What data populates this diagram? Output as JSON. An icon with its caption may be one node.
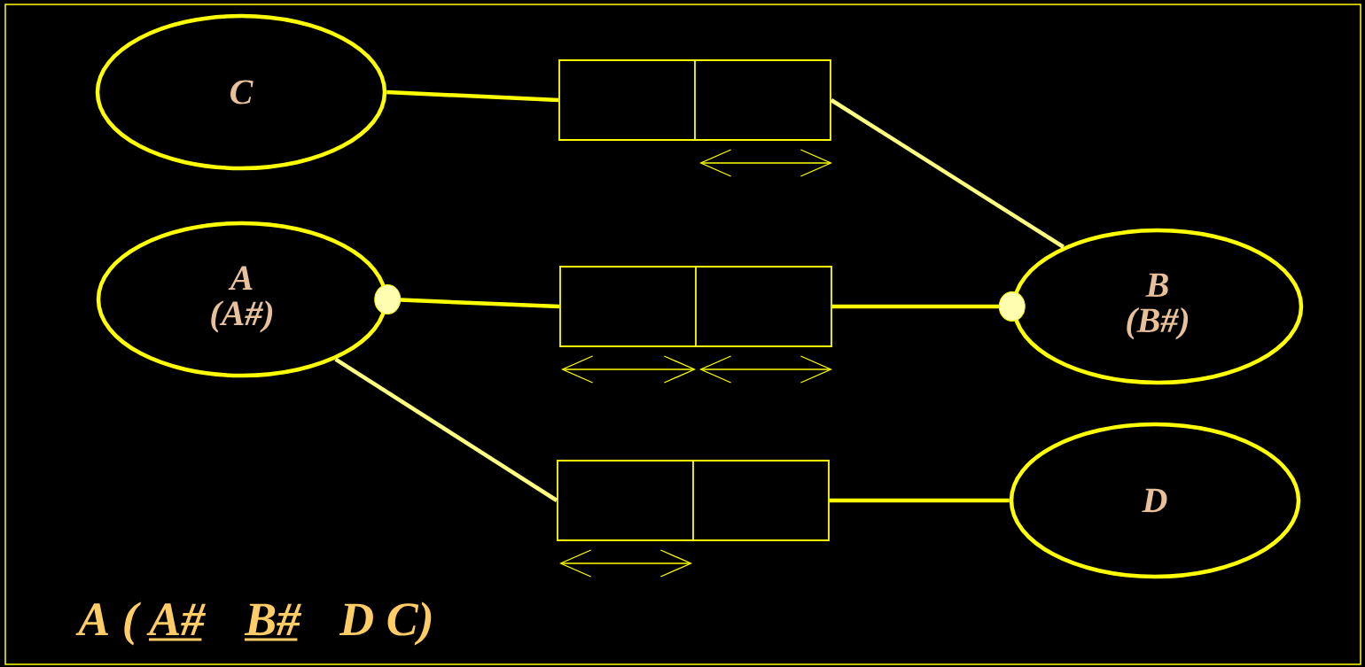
{
  "diagram": {
    "nodes": [
      {
        "text": [
          "C"
        ]
      },
      {
        "text": [
          "A",
          "(A#)"
        ]
      },
      {
        "text": [
          "B",
          "(B#)"
        ]
      },
      {
        "text": [
          "D"
        ]
      },
      {
        "text": [],
        "shape": "box"
      },
      {
        "text": [],
        "shape": "box"
      },
      {
        "text": [],
        "shape": "box"
      }
    ],
    "edges": [
      {
        "from": 0,
        "to": 4,
        "arrow": "none"
      },
      {
        "from": 4,
        "to": 2,
        "arrow": "none",
        "color": "#ffff80"
      },
      {
        "from": 1,
        "to": 5,
        "arrow": "other"
      },
      {
        "from": 2,
        "to": 5,
        "arrow": "other"
      },
      {
        "from": 1,
        "to": 6,
        "arrow": "none",
        "color": "#ffff80"
      },
      {
        "from": 6,
        "to": 3,
        "arrow": "none"
      }
    ],
    "labels": [
      "A (",
      "A#",
      "B#",
      "D C)"
    ]
  }
}
